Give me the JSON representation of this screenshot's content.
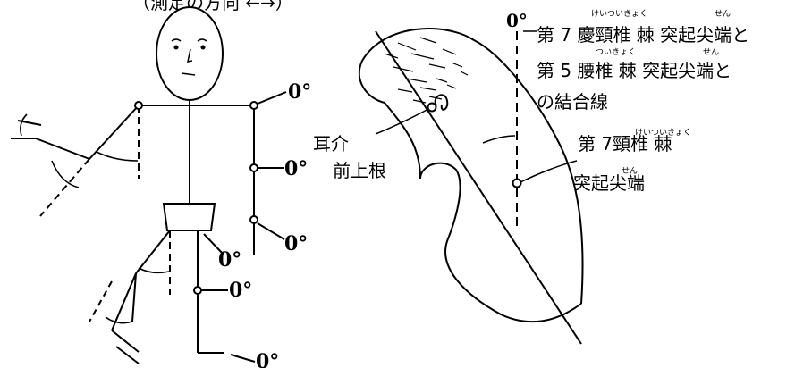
{
  "top_caption": "（測定の方向 ←→）",
  "figure_left": {
    "zero_labels": [
      "0°",
      "0°",
      "0°",
      "0°",
      "0°",
      "0°"
    ]
  },
  "figure_right": {
    "zero_label": "0°",
    "label_line_text": {
      "line1": "第 7 慶頸椎 棘 突起尖端と",
      "line2": "第 5 腰椎 棘 突起尖端と",
      "line3": "の結合線"
    },
    "furigana": {
      "keitsuikyoku": "けいついきょく",
      "tsuikyoku": "ついきょく",
      "sen": "せん"
    },
    "ear_label": {
      "line1": "耳介",
      "line2": "前上根"
    },
    "c7_label": {
      "line1": "第 7頸椎 棘",
      "line2": "突起尖端"
    }
  }
}
